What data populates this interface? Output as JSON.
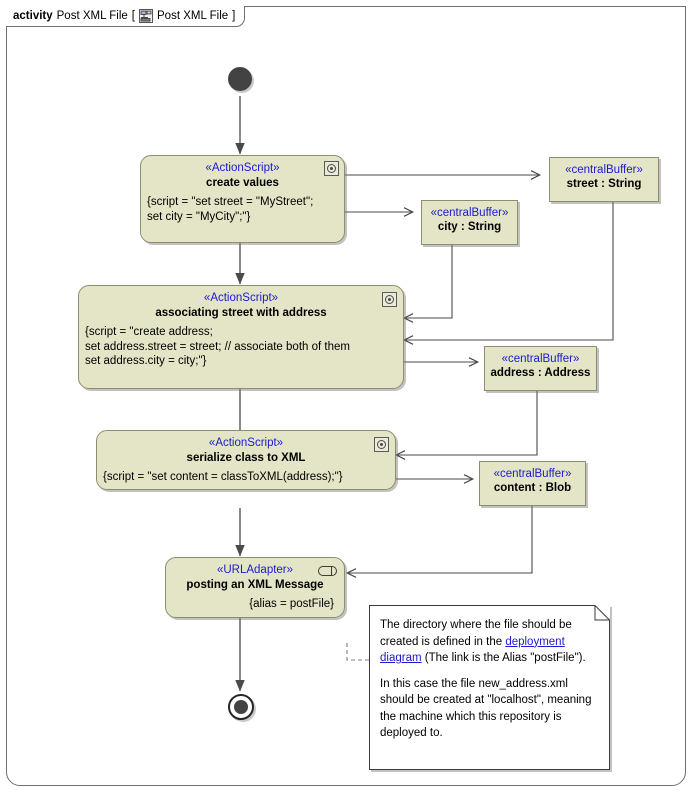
{
  "diagram": {
    "kind_keyword": "activity",
    "name": "Post XML File",
    "bracket_open": "[",
    "bracket_close": "]",
    "qualified_name": "Post XML File",
    "header_icon": "activity-diagram-icon",
    "background_color": "#ffffff",
    "node_fill_color": "#e4e4c6",
    "node_border_color": "#8d8d72",
    "stereotype_color": "#1b1bd0",
    "edge_color": "#4a4a4a"
  },
  "nodes": {
    "initial": {
      "name": "initial-node"
    },
    "final": {
      "name": "activity-final-node"
    },
    "action_create_values": {
      "stereotype": "«ActionScript»",
      "name": "create values",
      "body": "{script = \"set street = \"MyStreet\";\nset city = \"MyCity\";\"}",
      "icon": "script-icon"
    },
    "action_associating": {
      "stereotype": "«ActionScript»",
      "name": "associating street with address",
      "body": "{script = \"create address;\nset address.street = street; // associate both of them\nset address.city = city;\"}",
      "icon": "script-icon"
    },
    "action_serialize": {
      "stereotype": "«ActionScript»",
      "name": "serialize class to XML",
      "body": "{script = \"set content = classToXML(address);\"}",
      "icon": "script-icon"
    },
    "action_posting": {
      "stereotype": "«URLAdapter»",
      "name": "posting an XML Message",
      "body": "{alias = postFile}",
      "icon": "adapter-icon"
    },
    "buffer_street": {
      "stereotype": "«centralBuffer»",
      "name": "street : String"
    },
    "buffer_city": {
      "stereotype": "«centralBuffer»",
      "name": "city : String"
    },
    "buffer_address": {
      "stereotype": "«centralBuffer»",
      "name": "address : Address"
    },
    "buffer_content": {
      "stereotype": "«centralBuffer»",
      "name": "content : Blob"
    }
  },
  "note": {
    "paragraph1_part1": "The directory where the file should be created is defined in the ",
    "link_text": "deployment diagram",
    "paragraph1_part2": " (The link is the Alias \"postFile\").",
    "paragraph2": "In this case the file new_address.xml should be created at \"localhost\", meaning the machine which this repository is deployed to."
  }
}
